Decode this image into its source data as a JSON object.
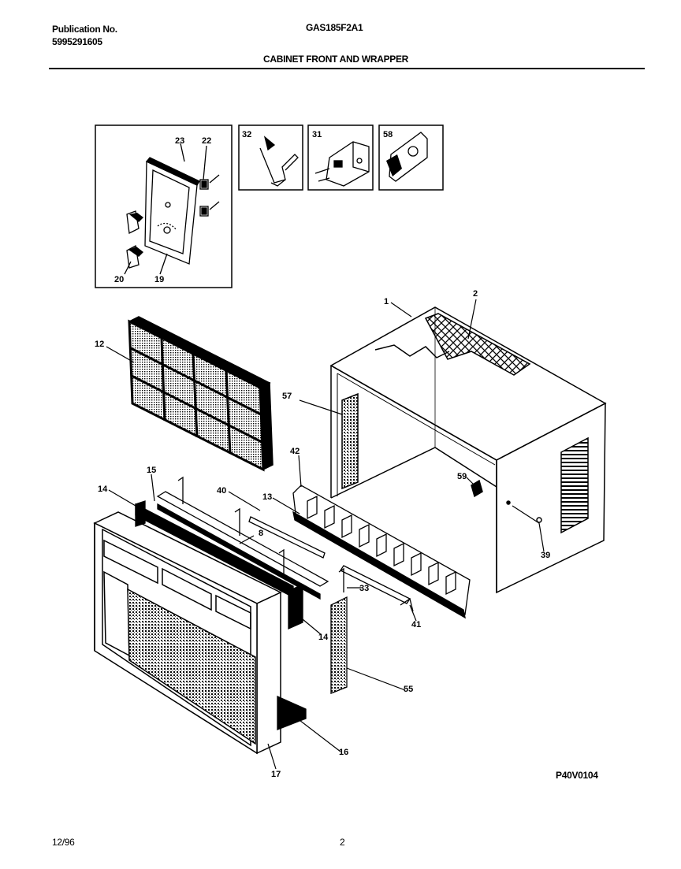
{
  "header": {
    "publication_label": "Publication No.",
    "publication_number": "5995291605",
    "model": "GAS185F2A1",
    "section_title": "CABINET FRONT AND WRAPPER"
  },
  "footer": {
    "date": "12/96",
    "page": "2",
    "drawing_code": "P40V0104"
  },
  "callouts": {
    "c1": "1",
    "c2": "2",
    "c8": "8",
    "c12": "12",
    "c13": "13",
    "c14a": "14",
    "c14b": "14",
    "c15": "15",
    "c16": "16",
    "c17": "17",
    "c19": "19",
    "c20": "20",
    "c22": "22",
    "c23": "23",
    "c31": "31",
    "c32": "32",
    "c33": "33",
    "c39": "39",
    "c40": "40",
    "c41": "41",
    "c42": "42",
    "c55": "55",
    "c57": "57",
    "c58": "58",
    "c59": "59"
  }
}
